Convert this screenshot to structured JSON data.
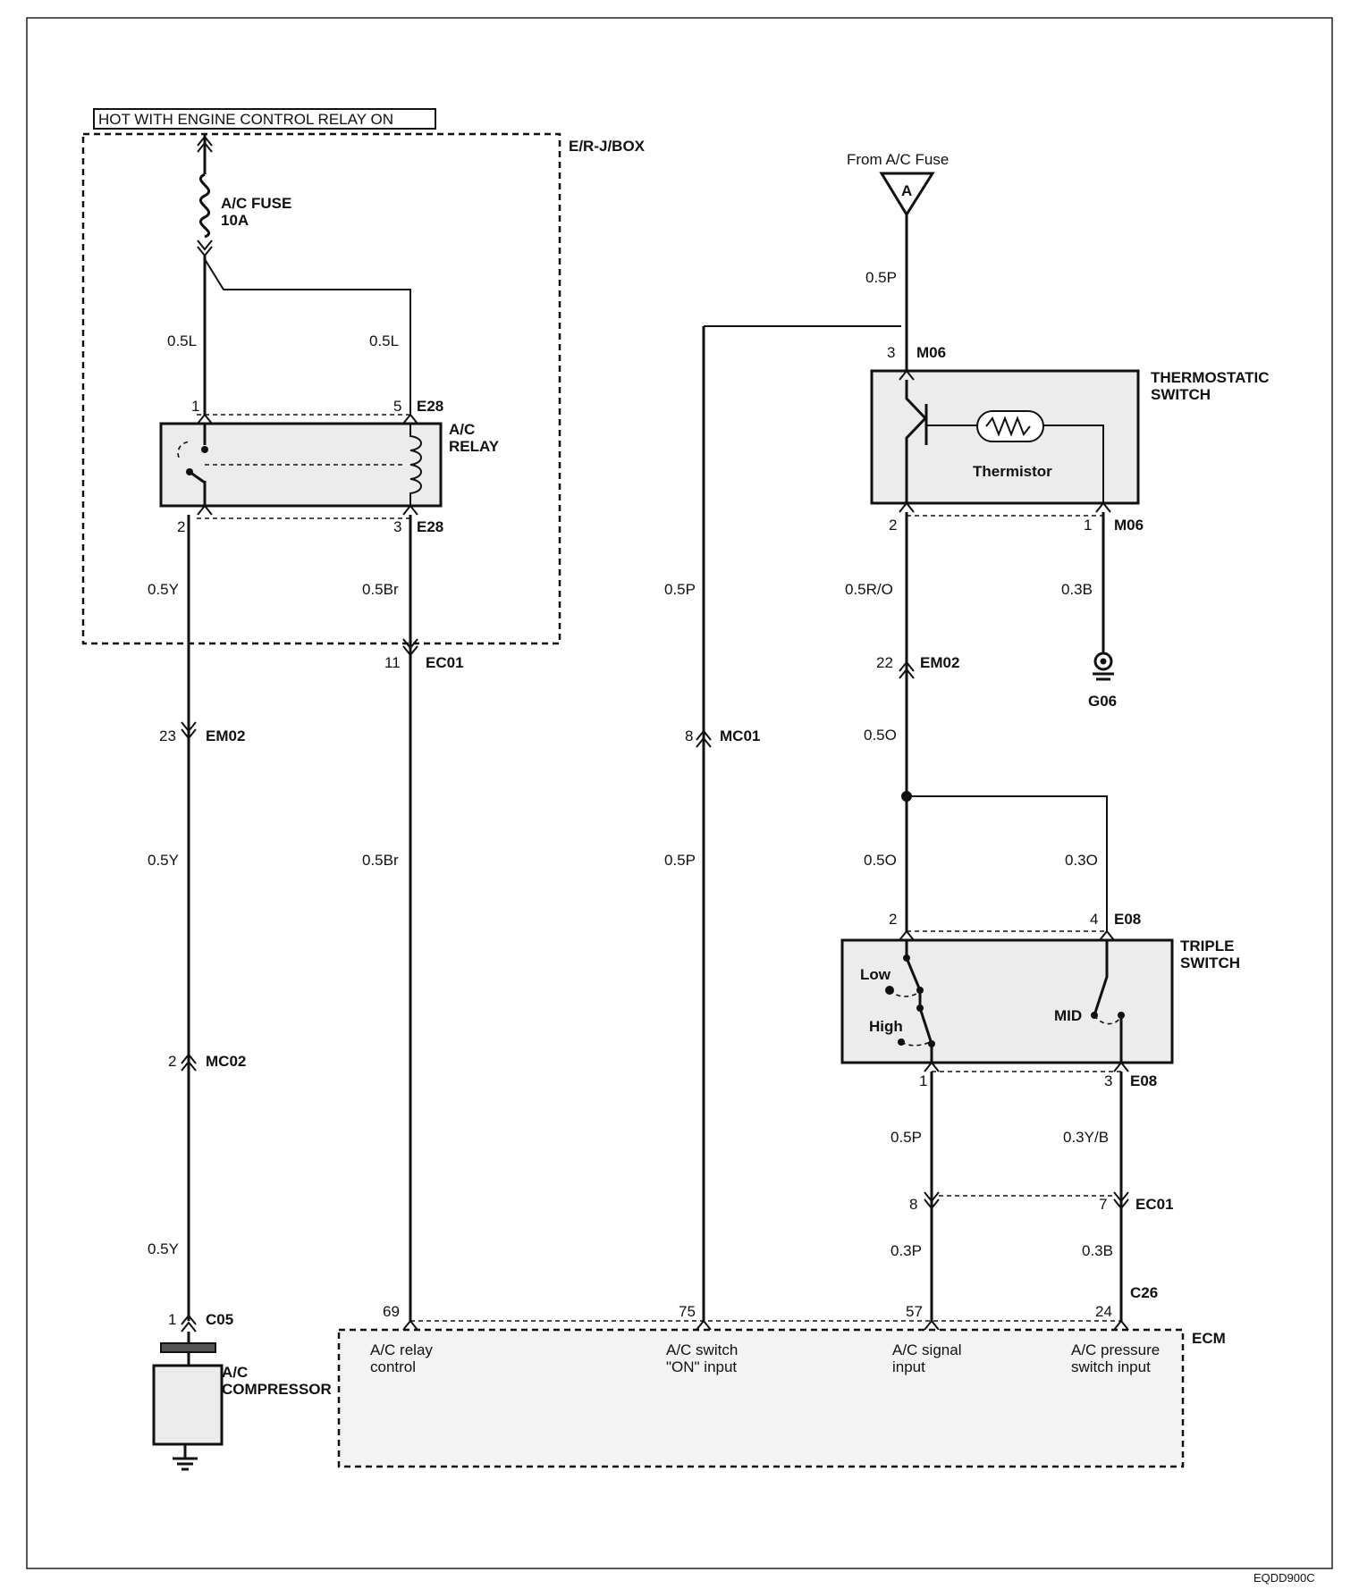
{
  "header": {
    "hot_label": "HOT WITH ENGINE CONTROL RELAY ON"
  },
  "boxes": {
    "junction_box": "E/R-J/BOX",
    "ecm": "ECM"
  },
  "fuse": {
    "name": "A/C FUSE",
    "rating": "10A"
  },
  "relay": {
    "line1": "A/C",
    "line2": "RELAY"
  },
  "thermostatic_switch": {
    "line1": "THERMOSTATIC",
    "line2": "SWITCH",
    "thermistor": "Thermistor"
  },
  "triple_switch": {
    "line1": "TRIPLE",
    "line2": "SWITCH",
    "low": "Low",
    "high": "High",
    "mid": "MID"
  },
  "compressor": {
    "line1": "A/C",
    "line2": "COMPRESSOR"
  },
  "from_fuse": {
    "label": "From A/C Fuse",
    "ref": "A"
  },
  "ground": {
    "name": "G06"
  },
  "wires": {
    "w1": "0.5L",
    "w2": "0.5L",
    "w3": "0.5Y",
    "w4": "0.5Br",
    "w5": "0.5Y",
    "w6": "0.5Br",
    "w7": "0.5Y",
    "w8": "0.5P",
    "w9": "0.5P",
    "w10": "0.5P",
    "w11": "0.5R/O",
    "w12": "0.3B",
    "w13": "0.5O",
    "w14": "0.5O",
    "w15": "0.3O",
    "w16": "0.5P",
    "w17": "0.3Y/B",
    "w18": "0.3P",
    "w19": "0.3B"
  },
  "connectors": {
    "relay_top_left_pin": "1",
    "relay_top_right_pin": "5",
    "e28_top": "E28",
    "relay_bottom_left_pin": "2",
    "relay_bottom_right_pin": "3",
    "e28_bottom": "E28",
    "ec01_pin": "11",
    "ec01_name": "EC01",
    "em02_left_pin": "23",
    "em02_left_name": "EM02",
    "mc02_pin": "2",
    "mc02_name": "MC02",
    "c05_pin": "1",
    "c05_name": "C05",
    "m06_top_pin": "3",
    "m06_top_name": "M06",
    "m06_b2_pin": "2",
    "m06_b1_pin": "1",
    "m06_bottom_name": "M06",
    "em02_right_pin": "22",
    "em02_right_name": "EM02",
    "mc01_pin": "8",
    "mc01_name": "MC01",
    "e08_top_left_pin": "2",
    "e08_top_right_pin": "4",
    "e08_top_name": "E08",
    "e08_bottom_left_pin": "1",
    "e08_bottom_right_pin": "3",
    "e08_bottom_name": "E08",
    "ec01b_left_pin": "8",
    "ec01b_right_pin": "7",
    "ec01b_name": "EC01",
    "c26_name": "C26",
    "ecm_pin_69": "69",
    "ecm_pin_75": "75",
    "ecm_pin_57": "57",
    "ecm_pin_24": "24"
  },
  "ecm_inputs": {
    "relay_ctrl_1": "A/C relay",
    "relay_ctrl_2": "control",
    "switch_on_1": "A/C switch",
    "switch_on_2": "\"ON\" input",
    "signal_1": "A/C signal",
    "signal_2": "input",
    "pressure_1": "A/C pressure",
    "pressure_2": "switch input"
  },
  "figure_code": "EQDD900C"
}
